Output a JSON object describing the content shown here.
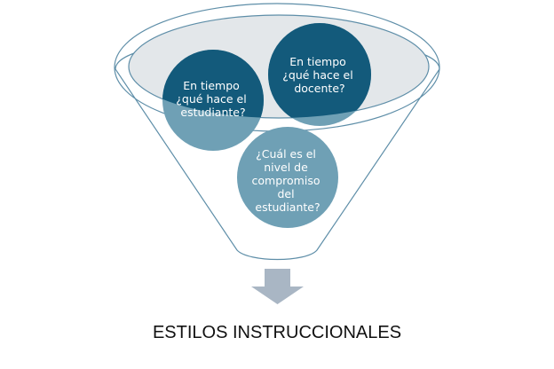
{
  "diagram": {
    "circles": [
      {
        "lines": [
          "En tiempo",
          "¿qué hace el",
          "estudiante?"
        ]
      },
      {
        "lines": [
          "En tiempo",
          "¿qué hace el",
          "docente?"
        ]
      },
      {
        "lines": [
          "¿Cuál es el",
          "nivel de",
          "compromiso",
          "del",
          "estudiante?"
        ]
      }
    ],
    "title": "ESTILOS INSTRUCCIONALES",
    "colors": {
      "dark": "#135a7b",
      "light": "#6fa0b5",
      "rim": "#e3e7ea",
      "outline": "#5e8ea8",
      "arrow": "#a9b6c4"
    }
  }
}
